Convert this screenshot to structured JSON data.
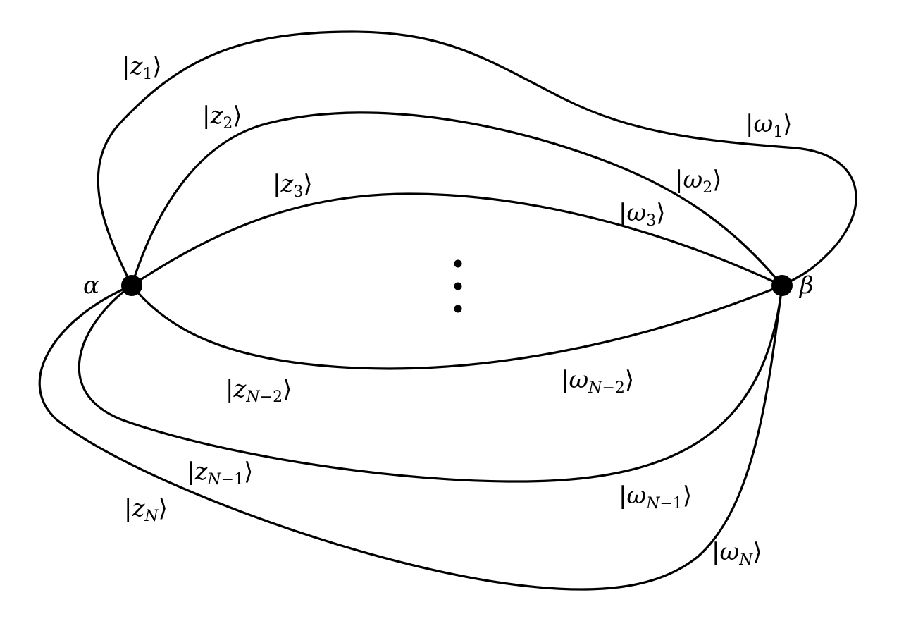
{
  "nodes": {
    "left": {
      "label": "α"
    },
    "right": {
      "label": "β"
    }
  },
  "ellipsis": "⋮",
  "edges": [
    {
      "left_label": {
        "bra": "|",
        "symbol": "z",
        "sub": "1",
        "ket": "⟩"
      },
      "right_label": {
        "bra": "|",
        "symbol": "ω",
        "sub": "1",
        "ket": "⟩"
      }
    },
    {
      "left_label": {
        "bra": "|",
        "symbol": "z",
        "sub": "2",
        "ket": "⟩"
      },
      "right_label": {
        "bra": "|",
        "symbol": "ω",
        "sub": "2",
        "ket": "⟩"
      }
    },
    {
      "left_label": {
        "bra": "|",
        "symbol": "z",
        "sub": "3",
        "ket": "⟩"
      },
      "right_label": {
        "bra": "|",
        "symbol": "ω",
        "sub": "3",
        "ket": "⟩"
      }
    },
    {
      "left_label": {
        "bra": "|",
        "symbol": "z",
        "sub_var": "N",
        "sub_rest": "−2",
        "ket": "⟩"
      },
      "right_label": {
        "bra": "|",
        "symbol": "ω",
        "sub_var": "N",
        "sub_rest": "−2",
        "ket": "⟩"
      }
    },
    {
      "left_label": {
        "bra": "|",
        "symbol": "z",
        "sub_var": "N",
        "sub_rest": "−1",
        "ket": "⟩"
      },
      "right_label": {
        "bra": "|",
        "symbol": "ω",
        "sub_var": "N",
        "sub_rest": "−1",
        "ket": "⟩"
      }
    },
    {
      "left_label": {
        "bra": "|",
        "symbol": "z",
        "sub_var": "N",
        "ket": "⟩"
      },
      "right_label": {
        "bra": "|",
        "symbol": "ω",
        "sub_var": "N",
        "ket": "⟩"
      }
    }
  ]
}
